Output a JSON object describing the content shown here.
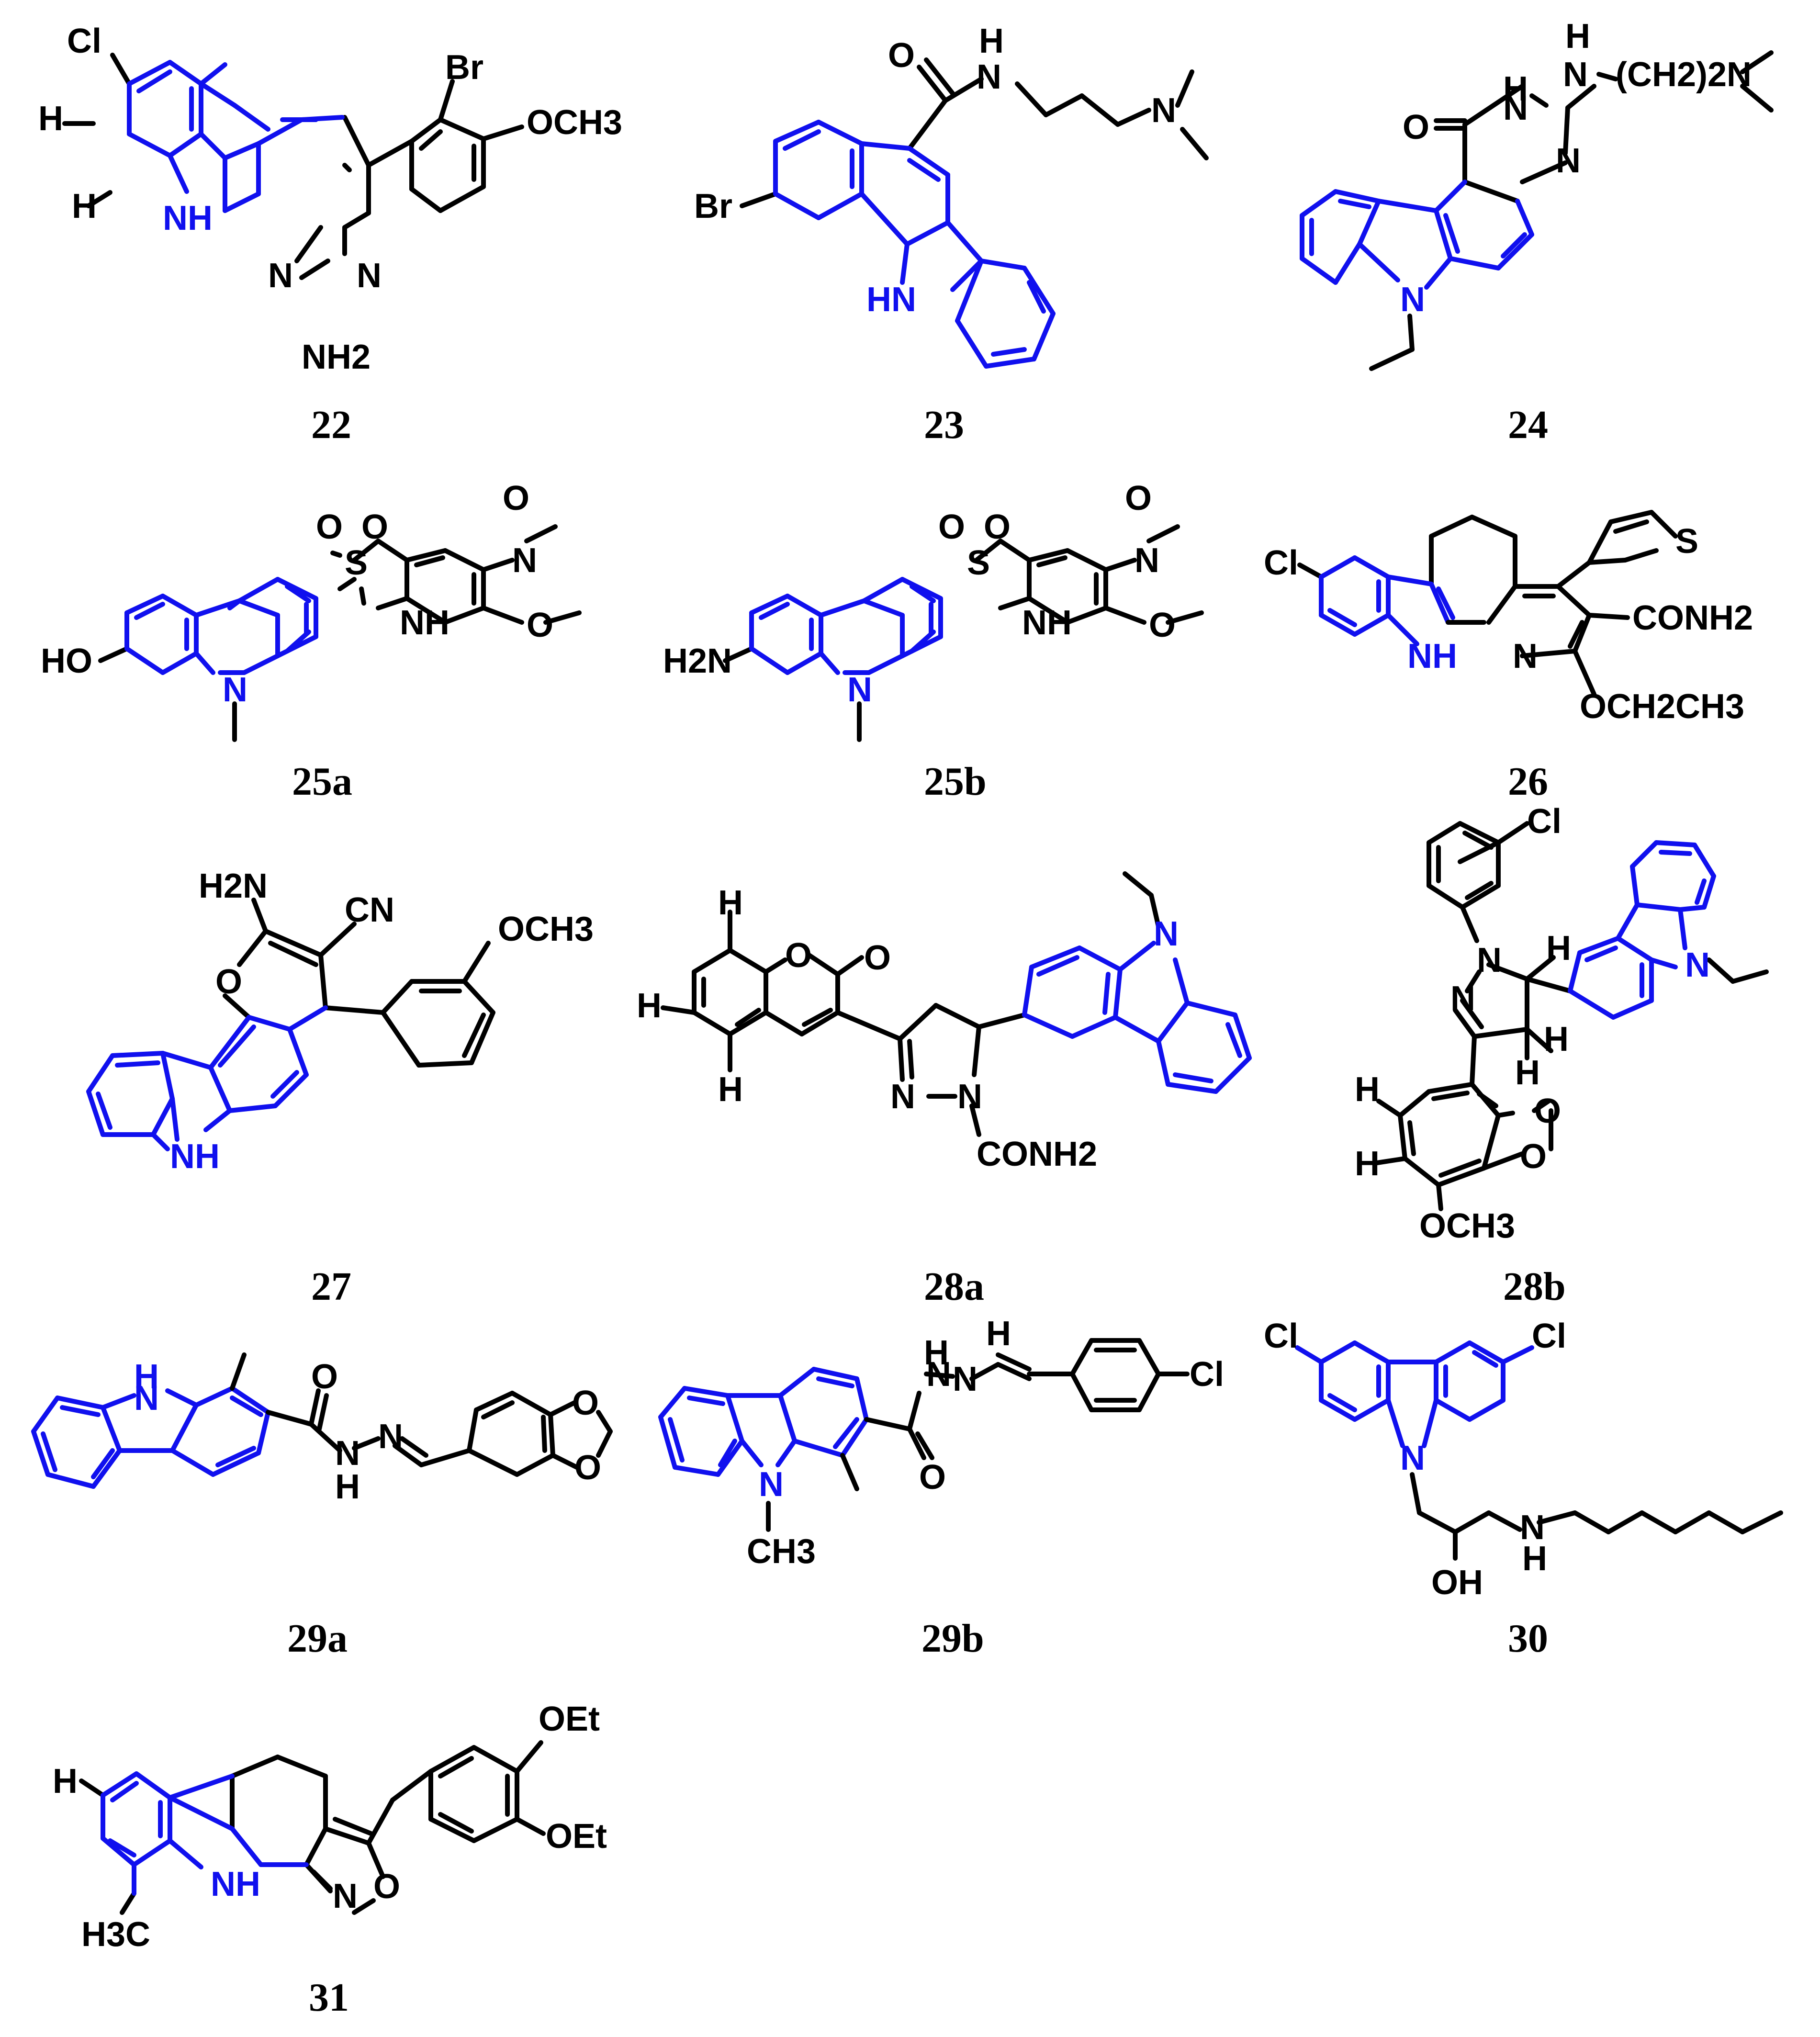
{
  "figure": {
    "colors": {
      "bond": "#000000",
      "carbazole_core": "#1010ee",
      "background": "#ffffff"
    },
    "compounds": [
      {
        "label": "22",
        "atoms": {
          "cl": "Cl",
          "h1": "H",
          "h2": "H",
          "br": "Br",
          "och3": "OCH3",
          "nh": "NH",
          "n1": "N",
          "n2": "N",
          "nh2": "NH2"
        }
      },
      {
        "label": "23",
        "atoms": {
          "o": "O",
          "h": "H",
          "n": "N",
          "n2": "N",
          "br": "Br",
          "hn": "HN"
        }
      },
      {
        "label": "24",
        "atoms": {
          "h1": "H",
          "n_top": "N",
          "chain": "(CH2)2N",
          "o": "O",
          "h2": "H",
          "n_ring1": "N",
          "n_ring2": "N",
          "n_core": "N"
        }
      },
      {
        "label": "25a",
        "atoms": {
          "o1": "O",
          "s": "S",
          "o2": "O",
          "o3": "O",
          "n_py": "N",
          "nh": "NH",
          "o4": "O",
          "ho": "HO",
          "n_core": "N"
        }
      },
      {
        "label": "25b",
        "atoms": {
          "o1": "O",
          "s": "S",
          "o2": "O",
          "o3": "O",
          "n_py": "N",
          "nh": "NH",
          "o4": "O",
          "h2n": "H2N",
          "n_core": "N"
        }
      },
      {
        "label": "26",
        "atoms": {
          "cl": "Cl",
          "s": "S",
          "conh2": "CONH2",
          "nh": "NH",
          "n": "N",
          "oet": "OCH2CH3"
        }
      },
      {
        "label": "27",
        "atoms": {
          "h2n": "H2N",
          "cn": "CN",
          "och3": "OCH3",
          "o": "O",
          "nh": "NH"
        }
      },
      {
        "label": "28a",
        "atoms": {
          "h1": "H",
          "o1": "O",
          "o2": "O",
          "n_core": "N",
          "h2": "H",
          "h3": "H",
          "n1": "N",
          "n2": "N",
          "conh2": "CONH2"
        }
      },
      {
        "label": "28b",
        "atoms": {
          "cl": "Cl",
          "n1": "N",
          "h1": "H",
          "n2": "N",
          "n_core": "N",
          "h2": "H",
          "h3": "H",
          "o1": "O",
          "h4": "H",
          "o2": "O",
          "och3": "OCH3"
        }
      },
      {
        "label": "29a",
        "atoms": {
          "nh": "H",
          "n_core": "N",
          "o": "O",
          "n1": "N",
          "n2": "N",
          "h": "H",
          "o2": "O",
          "o3": "O"
        }
      },
      {
        "label": "29b",
        "atoms": {
          "h1": "H",
          "n1": "N",
          "h2": "H",
          "n2": "N",
          "cl": "Cl",
          "n_core": "N",
          "o": "O",
          "ch3": "CH3"
        }
      },
      {
        "label": "30",
        "atoms": {
          "cl1": "Cl",
          "cl2": "Cl",
          "n_core": "N",
          "n": "N",
          "h": "H",
          "oh": "OH"
        }
      },
      {
        "label": "31",
        "atoms": {
          "oet1": "OEt",
          "oet2": "OEt",
          "h": "H",
          "nh": "NH",
          "n": "N",
          "o": "O",
          "h3c": "H3C"
        }
      }
    ]
  }
}
